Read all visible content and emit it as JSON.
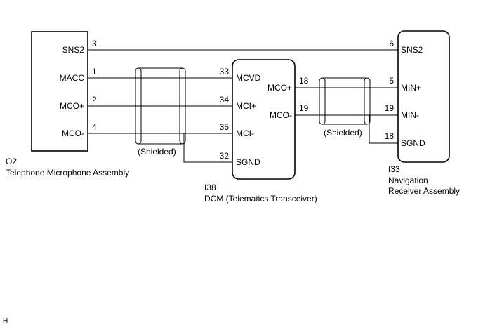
{
  "components": {
    "o2": {
      "code": "O2",
      "name": "Telephone Microphone Assembly",
      "pins": [
        {
          "label": "SNS2",
          "num": "3"
        },
        {
          "label": "MACC",
          "num": "1"
        },
        {
          "label": "MCO+",
          "num": "2"
        },
        {
          "label": "MCO-",
          "num": "4"
        }
      ]
    },
    "i38": {
      "code": "I38",
      "name": "DCM (Telematics Transceiver)",
      "left_pins": [
        {
          "label": "MCVD",
          "num": "33"
        },
        {
          "label": "MCI+",
          "num": "34"
        },
        {
          "label": "MCI-",
          "num": "35"
        },
        {
          "label": "SGND",
          "num": "32"
        }
      ],
      "right_pins": [
        {
          "label": "MCO+",
          "num": "18"
        },
        {
          "label": "MCO-",
          "num": "19"
        }
      ]
    },
    "i33": {
      "code": "I33",
      "name_line1": "Navigation",
      "name_line2": "Receiver Assembly",
      "pins": [
        {
          "label": "SNS2",
          "num": "6"
        },
        {
          "label": "MIN+",
          "num": "5"
        },
        {
          "label": "MIN-",
          "num": "19"
        },
        {
          "label": "SGND",
          "num": "18"
        }
      ]
    }
  },
  "shield_labels": [
    "(Shielded)",
    "(Shielded)"
  ],
  "corner_mark": "H"
}
